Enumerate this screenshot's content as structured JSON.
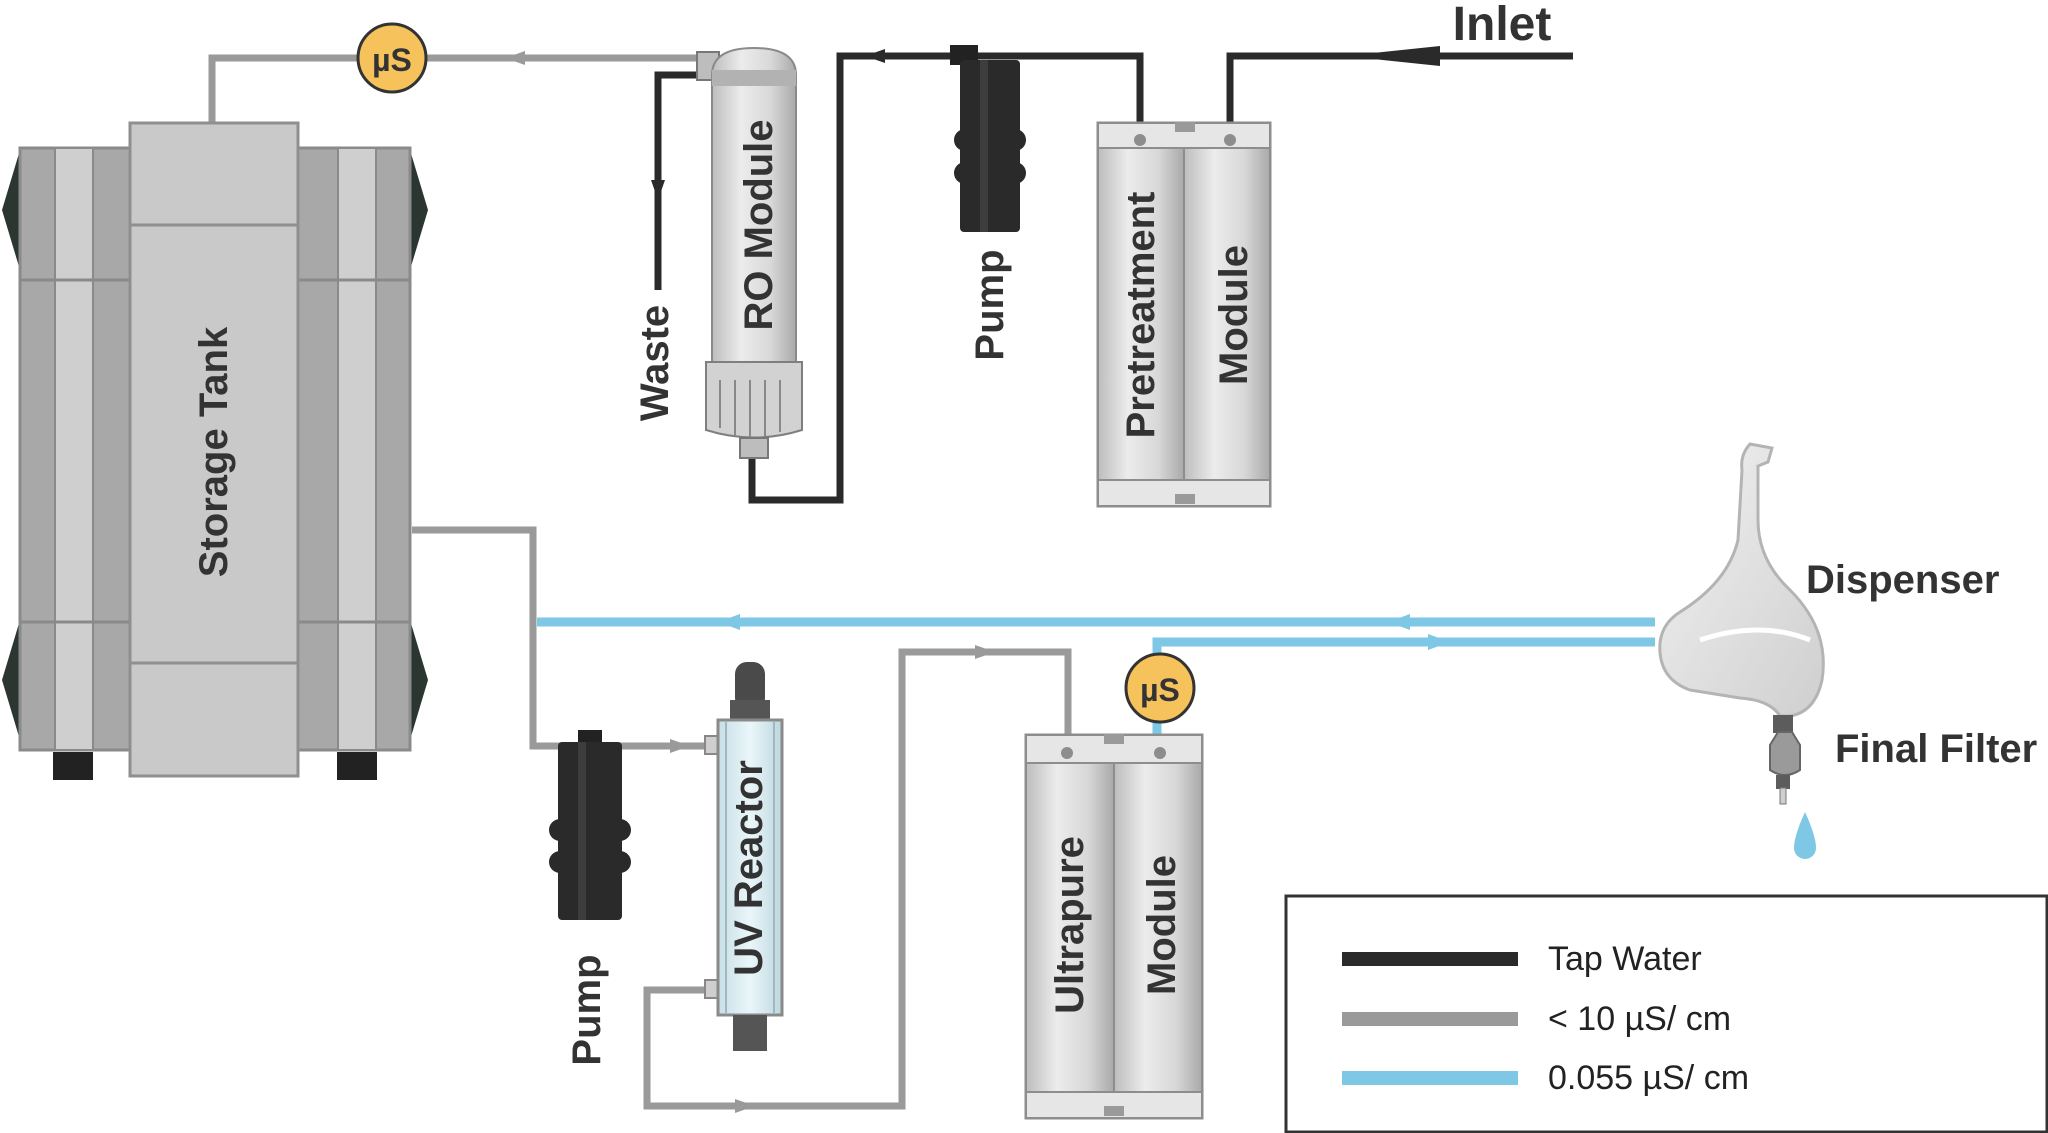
{
  "diagram": {
    "labels": {
      "inlet": "Inlet",
      "waste": "Waste",
      "ro_module": "RO Module",
      "pump_top": "Pump",
      "pretreatment": "Pretreatment",
      "pretreatment_module": "Module",
      "storage_tank": "Storage Tank",
      "pump_bottom": "Pump",
      "uv_reactor": "UV Reactor",
      "ultrapure": "Ultrapure",
      "ultrapure_module": "Module",
      "dispenser": "Dispenser",
      "final_filter": "Final Filter",
      "meter_top": "µS",
      "meter_bottom": "µS"
    },
    "legend": [
      {
        "label": "Tap Water",
        "color": "#2a2a2a"
      },
      {
        "label": "< 10 µS/ cm",
        "color": "#9a9a9a"
      },
      {
        "label": "0.055 µS/ cm",
        "color": "#7ec8e6"
      }
    ],
    "colors": {
      "tap_water": "#2a2a2a",
      "pure_lt10": "#9a9a9a",
      "ultrapure": "#7ec8e6",
      "meter_fill": "#f6c25c",
      "drop": "#7ec8e6"
    }
  }
}
